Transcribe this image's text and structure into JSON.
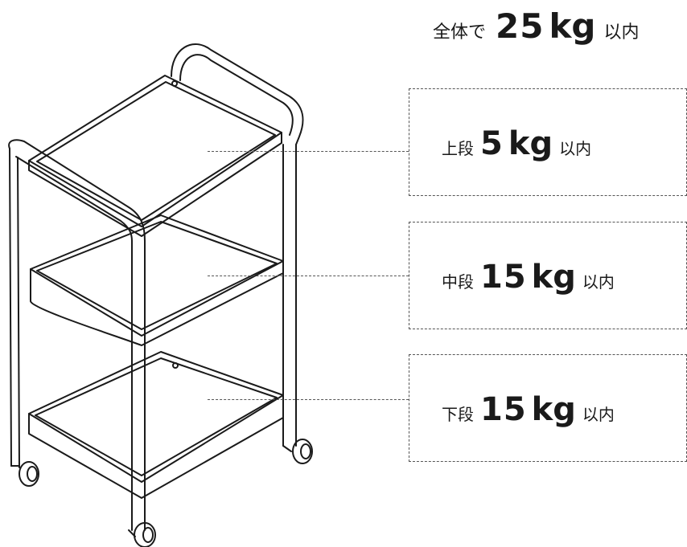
{
  "total": {
    "prefix": "全体で",
    "value": "25",
    "unit": "kg",
    "suffix": "以内"
  },
  "shelves": [
    {
      "name": "上段",
      "value": "5",
      "unit": "kg",
      "suffix": "以内"
    },
    {
      "name": "中段",
      "value": "15",
      "unit": "kg",
      "suffix": "以内"
    },
    {
      "name": "下段",
      "value": "15",
      "unit": "kg",
      "suffix": "以内"
    }
  ],
  "colors": {
    "line": "#1a1a1a",
    "dash": "#555555",
    "background": "#ffffff"
  }
}
